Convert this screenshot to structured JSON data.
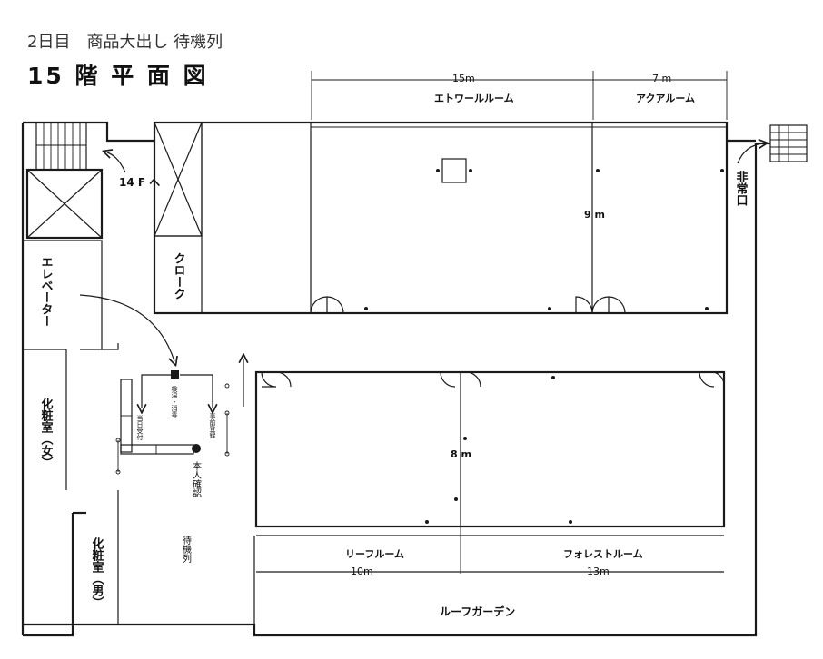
{
  "caption": "2日目　商品大出し 待機列",
  "floor_title": "15 階 平 面 図",
  "rooms": {
    "etoile": "エトワールルーム",
    "aqua": "アクアルーム",
    "leaf": "リーフルーム",
    "forest": "フォレストルーム",
    "cloak": "クローク",
    "elevator": "エレベーター",
    "restroom_f": "化粧室（女）",
    "restroom_m": "化粧室（男）",
    "roof_garden": "ルーフガーデン",
    "emergency_exit": "非常口",
    "to_14f": "14 F へ"
  },
  "dimensions": {
    "etoile_width": "15m",
    "aqua_width": "7 m",
    "upper_depth": "9 m",
    "lower_depth": "8 m",
    "leaf_width": "10m",
    "forest_width": "13m"
  },
  "flow": {
    "inspection": "検温・消毒",
    "same_day": "当日受付",
    "pre_registered": "事前登録",
    "identity_check": "本人確認",
    "waiting_line": "待機列"
  }
}
